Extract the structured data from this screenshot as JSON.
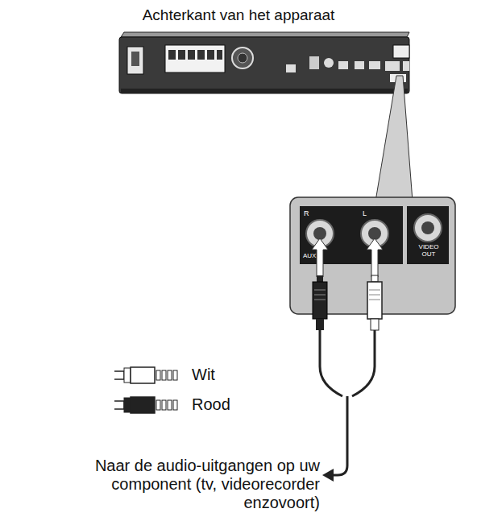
{
  "diagram": {
    "title": "Achterkant van het apparaat",
    "labels": [
      "R",
      "L",
      "AUX",
      "VIDEO OUT",
      "Naar de audio-uitgangen op uw component (tv, videorecorder enzovoort)"
    ],
    "legend": [
      {
        "text": "Wit"
      },
      {
        "text": "Rood"
      }
    ]
  }
}
